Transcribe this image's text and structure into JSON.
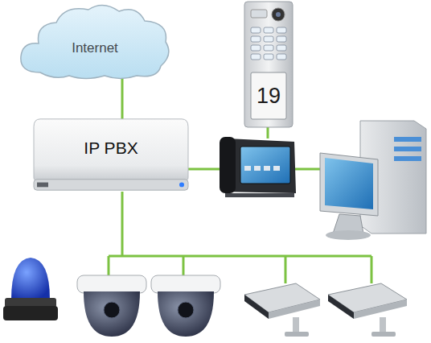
{
  "diagram": {
    "nodes": [
      {
        "text": [
          "Internet"
        ]
      },
      {
        "text": [
          "IP PBX"
        ]
      }
    ],
    "edges": [
      {
        "from": 0,
        "to": 1,
        "arrow": "none"
      }
    ],
    "labels": [
      "19"
    ]
  }
}
